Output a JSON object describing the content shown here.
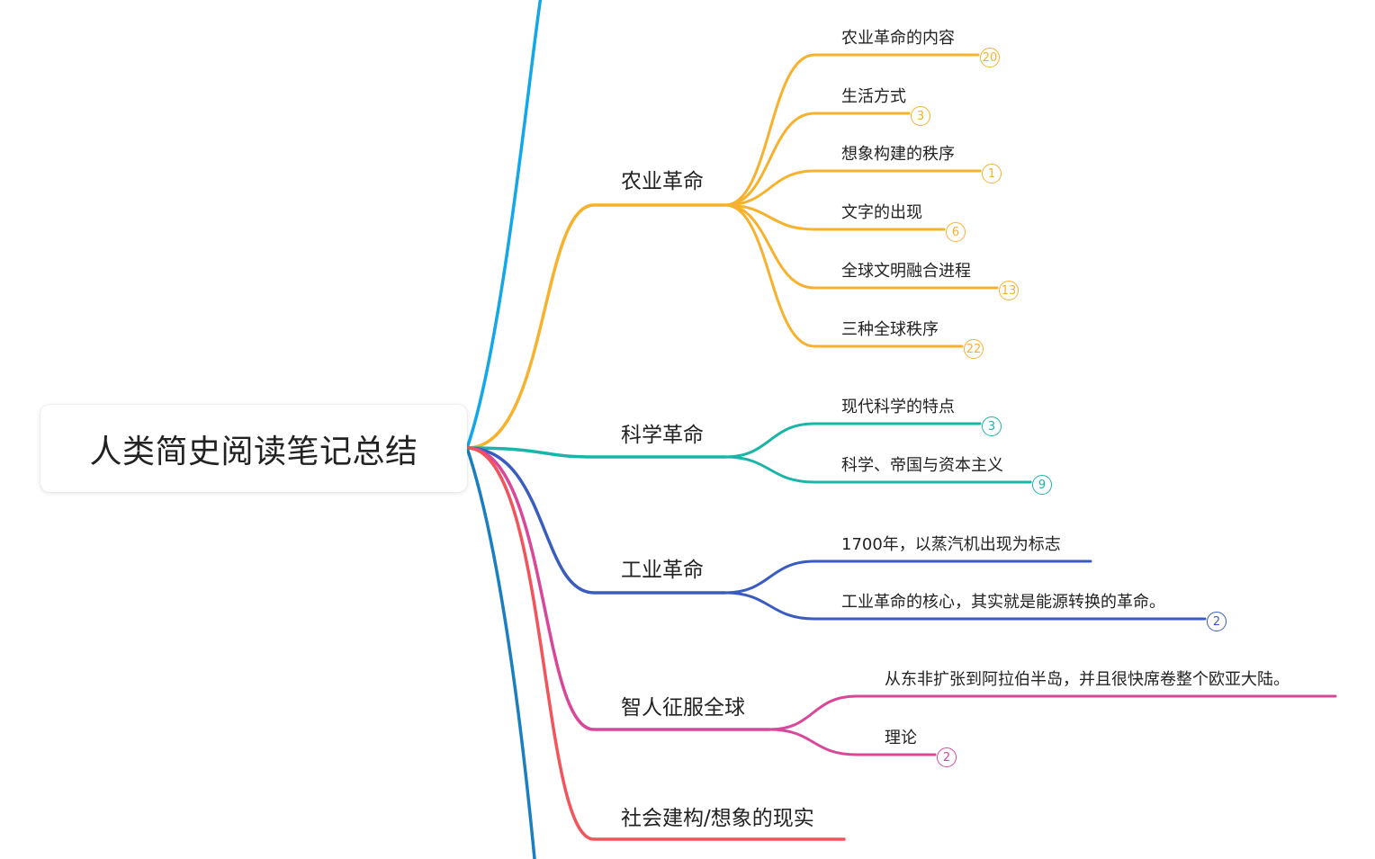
{
  "root": {
    "title": "人类简史阅读笔记总结"
  },
  "branches": [
    {
      "label": "农业革命",
      "color": "#f7b22d",
      "children": [
        {
          "label": "农业革命的内容",
          "count": "20"
        },
        {
          "label": "生活方式",
          "count": "3"
        },
        {
          "label": "想象构建的秩序",
          "count": "1"
        },
        {
          "label": "文字的出现",
          "count": "6"
        },
        {
          "label": "全球文明融合进程",
          "count": "13"
        },
        {
          "label": "三种全球秩序",
          "count": "22"
        }
      ]
    },
    {
      "label": "科学革命",
      "color": "#1ab5a8",
      "children": [
        {
          "label": "现代科学的特点",
          "count": "3"
        },
        {
          "label": "科学、帝国与资本主义",
          "count": "9"
        }
      ]
    },
    {
      "label": "工业革命",
      "color": "#3a5bc0",
      "children": [
        {
          "label": "1700年，以蒸汽机出现为标志",
          "count": ""
        },
        {
          "label": "工业革命的核心，其实就是能源转换的革命。",
          "count": "2"
        }
      ]
    },
    {
      "label": "智人征服全球",
      "color": "#d8479a",
      "children": [
        {
          "label": "从东非扩张到阿拉伯半岛，并且很快席卷整个欧亚大陆。",
          "count": ""
        },
        {
          "label": "理论",
          "count": "2"
        }
      ]
    },
    {
      "label": "社会建构/想象的现实",
      "color": "#f2545b",
      "children": []
    }
  ],
  "offscreen_branches": [
    {
      "color": "#12a7e8"
    },
    {
      "color": "#1a7fc0"
    }
  ]
}
